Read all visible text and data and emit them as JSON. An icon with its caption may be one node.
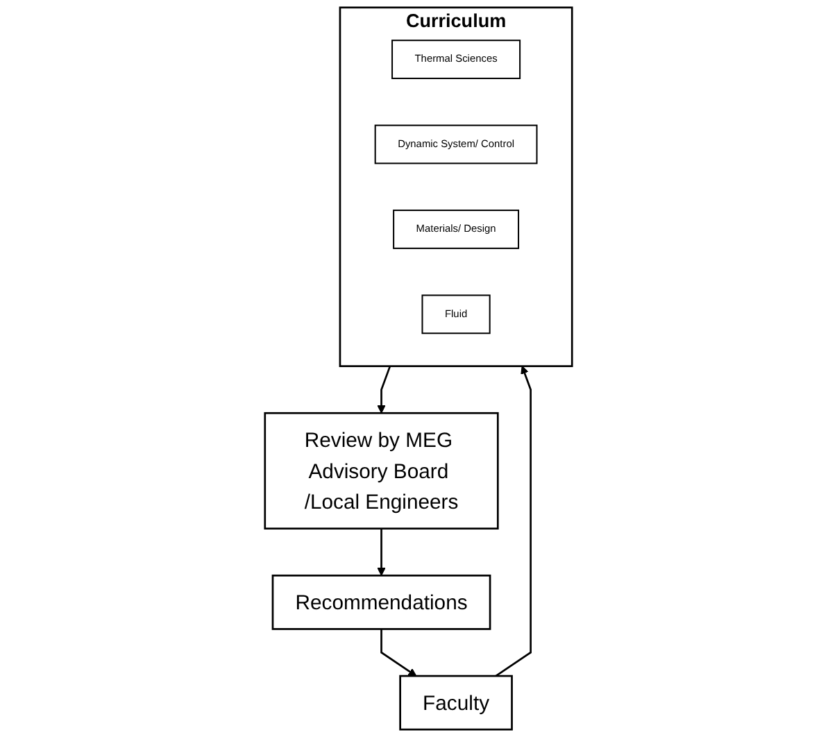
{
  "diagram": {
    "nodes": [
      {
        "text": [
          "Curriculum"
        ]
      },
      {
        "text": [
          "Thermal Sciences"
        ],
        "in": 0
      },
      {
        "text": [
          "Dynamic System/ Control"
        ],
        "in": 0
      },
      {
        "text": [
          "Materials/ Design"
        ],
        "in": 0
      },
      {
        "text": [
          "Fluid"
        ],
        "in": 0
      },
      {
        "text": [
          "Review by MEG Advisory Board /Local Engineers"
        ]
      },
      {
        "text": [
          "Recommendations"
        ]
      },
      {
        "text": [
          "Faculty"
        ]
      }
    ],
    "edges": [
      {
        "from": 0,
        "to": 5,
        "arrow": "to"
      },
      {
        "from": 5,
        "to": 6,
        "arrow": "to"
      },
      {
        "from": 6,
        "to": 7,
        "arrow": "to"
      },
      {
        "from": 7,
        "to": 0,
        "arrow": "to"
      }
    ]
  }
}
